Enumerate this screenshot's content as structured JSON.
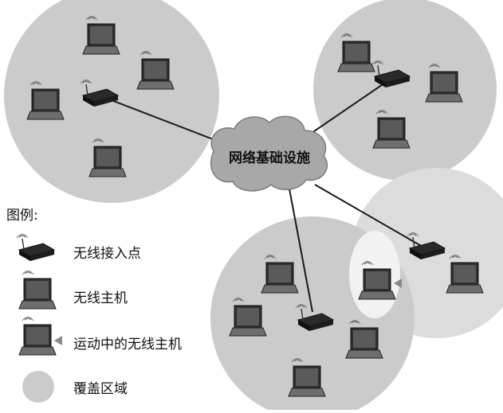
{
  "cloud_label": "网络基础设施",
  "legend": {
    "title": "图例:",
    "items": [
      {
        "key": "ap",
        "label": "无线接入点"
      },
      {
        "key": "host",
        "label": "无线主机"
      },
      {
        "key": "mobile",
        "label": "运动中的无线主机"
      },
      {
        "key": "coverage",
        "label": "覆盖区域"
      }
    ]
  },
  "colors": {
    "coverage": "#cbcbcb",
    "coverage_small": "#dcdcdc",
    "cloud": "#a8a8a8",
    "device": "#2a2a2a",
    "screen": "#444444",
    "link": "#1a1a1a"
  }
}
